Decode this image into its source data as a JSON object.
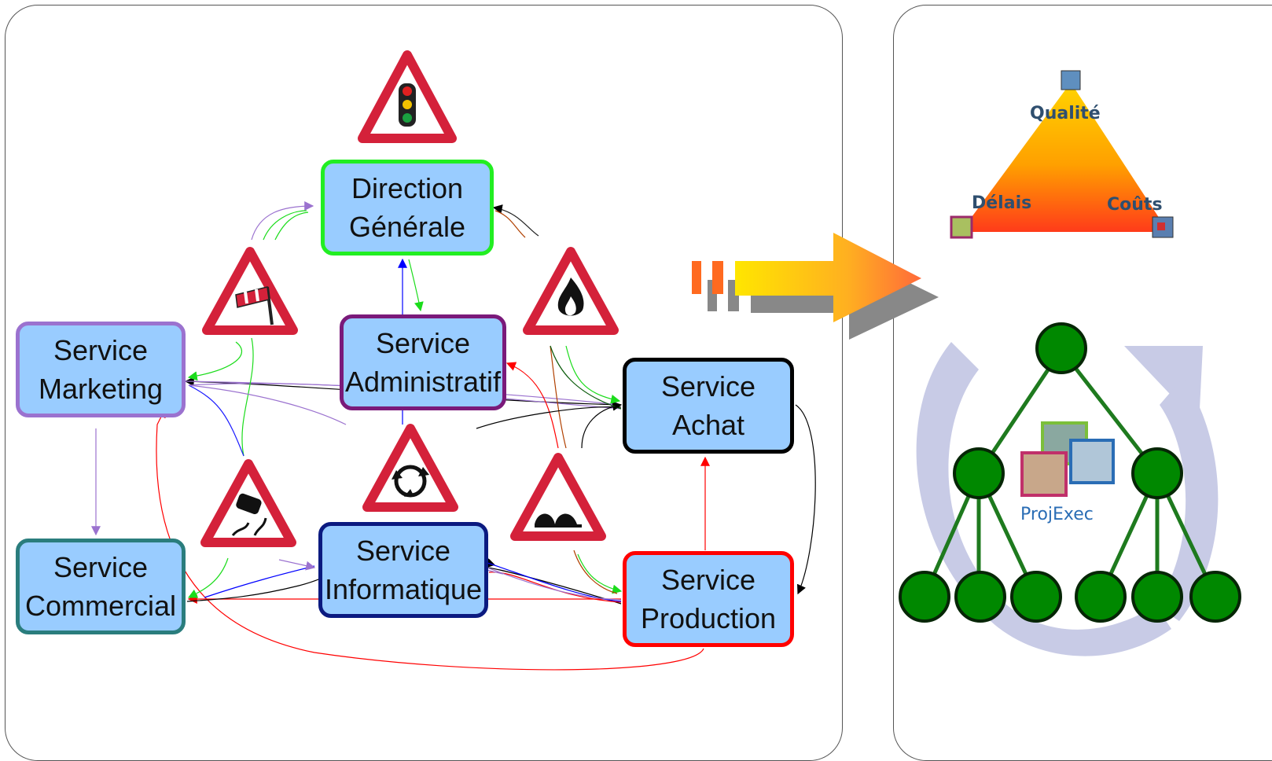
{
  "nodes": {
    "direction": {
      "label": "Direction\nGénérale",
      "border": "#22ee22"
    },
    "administratif": {
      "label": "Service\nAdministratif",
      "border": "#7a1a7a"
    },
    "marketing": {
      "label": "Service\nMarketing",
      "border": "#9b72cf"
    },
    "achat": {
      "label": "Service\nAchat",
      "border": "#000000"
    },
    "commercial": {
      "label": "Service\nCommercial",
      "border": "#2a7d7d"
    },
    "informatique": {
      "label": "Service\nInformatique",
      "border": "#0b1a80"
    },
    "production": {
      "label": "Service\nProduction",
      "border": "#ff0000"
    }
  },
  "signs": {
    "top": "traffic-lights-icon",
    "left_upper": "wind-sock-icon",
    "right_upper": "fire-icon",
    "center": "roundabout-icon",
    "left_lower": "slippery-road-icon",
    "right_lower": "bumpy-road-icon"
  },
  "triangle": {
    "top": "Qualité",
    "left": "Délais",
    "right": "Coûts"
  },
  "brand": "ProjExec",
  "colors": {
    "node_fill": "#99ccff",
    "tree_node": "#008800",
    "cycle_arrow": "#c8cbe6"
  }
}
